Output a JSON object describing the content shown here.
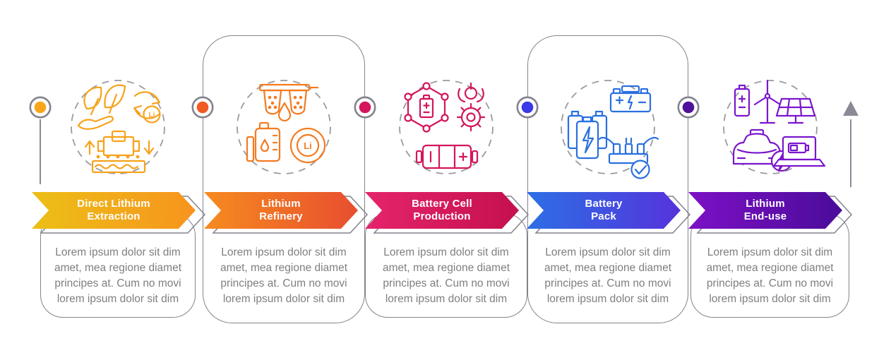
{
  "stages": [
    {
      "title_line1": "Direct Lithium",
      "title_line2": "Extraction",
      "description": "Lorem ipsum dolor sit dim amet, mea regione diamet principes at. Cum no movi lorem ipsum dolor sit dim",
      "dot_color": "#F9A51B",
      "icon_color": "#F7A21B",
      "arrow_gradient": {
        "start": "#ECBF16",
        "end": "#F7941E"
      },
      "icons": [
        "hand-leaves-icon",
        "lithium-recycle-icon",
        "extraction-rig-icon"
      ],
      "li_label": "Li",
      "card_type": "text-box"
    },
    {
      "title_line1": "Lithium",
      "title_line2": "Refinery",
      "description": "Lorem ipsum dolor sit dim amet, mea regione diamet principes at. Cum no movi lorem ipsum dolor sit dim",
      "dot_color": "#F15A25",
      "icon_color": "#F47B20",
      "arrow_gradient": {
        "start": "#F68B1F",
        "end": "#E84E2F"
      },
      "icons": [
        "filtration-icon",
        "storage-tank-icon",
        "lithium-coin-icon"
      ],
      "li_label": "Li",
      "card_type": "full-outline"
    },
    {
      "title_line1": "Battery Cell",
      "title_line2": "Production",
      "description": "Lorem ipsum dolor sit dim amet, mea regione diamet principes at. Cum no movi lorem ipsum dolor sit dim",
      "dot_color": "#D4155C",
      "icon_color": "#D4155C",
      "arrow_gradient": {
        "start": "#E5246B",
        "end": "#C4104E"
      },
      "icons": [
        "molecule-battery-icon",
        "assembly-arm-gear-icon",
        "battery-cell-icon"
      ],
      "li_label": "",
      "card_type": "text-box"
    },
    {
      "title_line1": "Battery",
      "title_line2": "Pack",
      "description": "Lorem ipsum dolor sit dim amet, mea regione diamet principes at. Cum no movi lorem ipsum dolor sit dim",
      "dot_color": "#3A3AE8",
      "icon_color": "#2970E0",
      "arrow_gradient": {
        "start": "#2D6FE5",
        "end": "#5533DC"
      },
      "icons": [
        "battery-group-icon",
        "car-battery-icon",
        "connectors-check-icon"
      ],
      "li_label": "",
      "card_type": "full-outline"
    },
    {
      "title_line1": "Lithium",
      "title_line2": "End-use",
      "description": "Lorem ipsum dolor sit dim amet, mea regione diamet principes at. Cum no movi lorem ipsum dolor sit dim",
      "dot_color": "#50129B",
      "icon_color": "#7B16CC",
      "arrow_gradient": {
        "start": "#7D10C6",
        "end": "#4A0C99"
      },
      "icons": [
        "renewables-icon",
        "electric-car-icon",
        "laptop-battery-icon"
      ],
      "li_label": "",
      "card_type": "text-box"
    }
  ],
  "timeline": {
    "ring_color": "#83838D",
    "line_color": "#8A8A96",
    "end_arrow_color": "#8A8A96"
  },
  "styles": {
    "outline_color": "#83838D",
    "dashed_circle_color": "#9A9AA2",
    "description_color": "#7F7F7F",
    "title_color": "#FFFFFF",
    "background": "#FFFFFF"
  }
}
